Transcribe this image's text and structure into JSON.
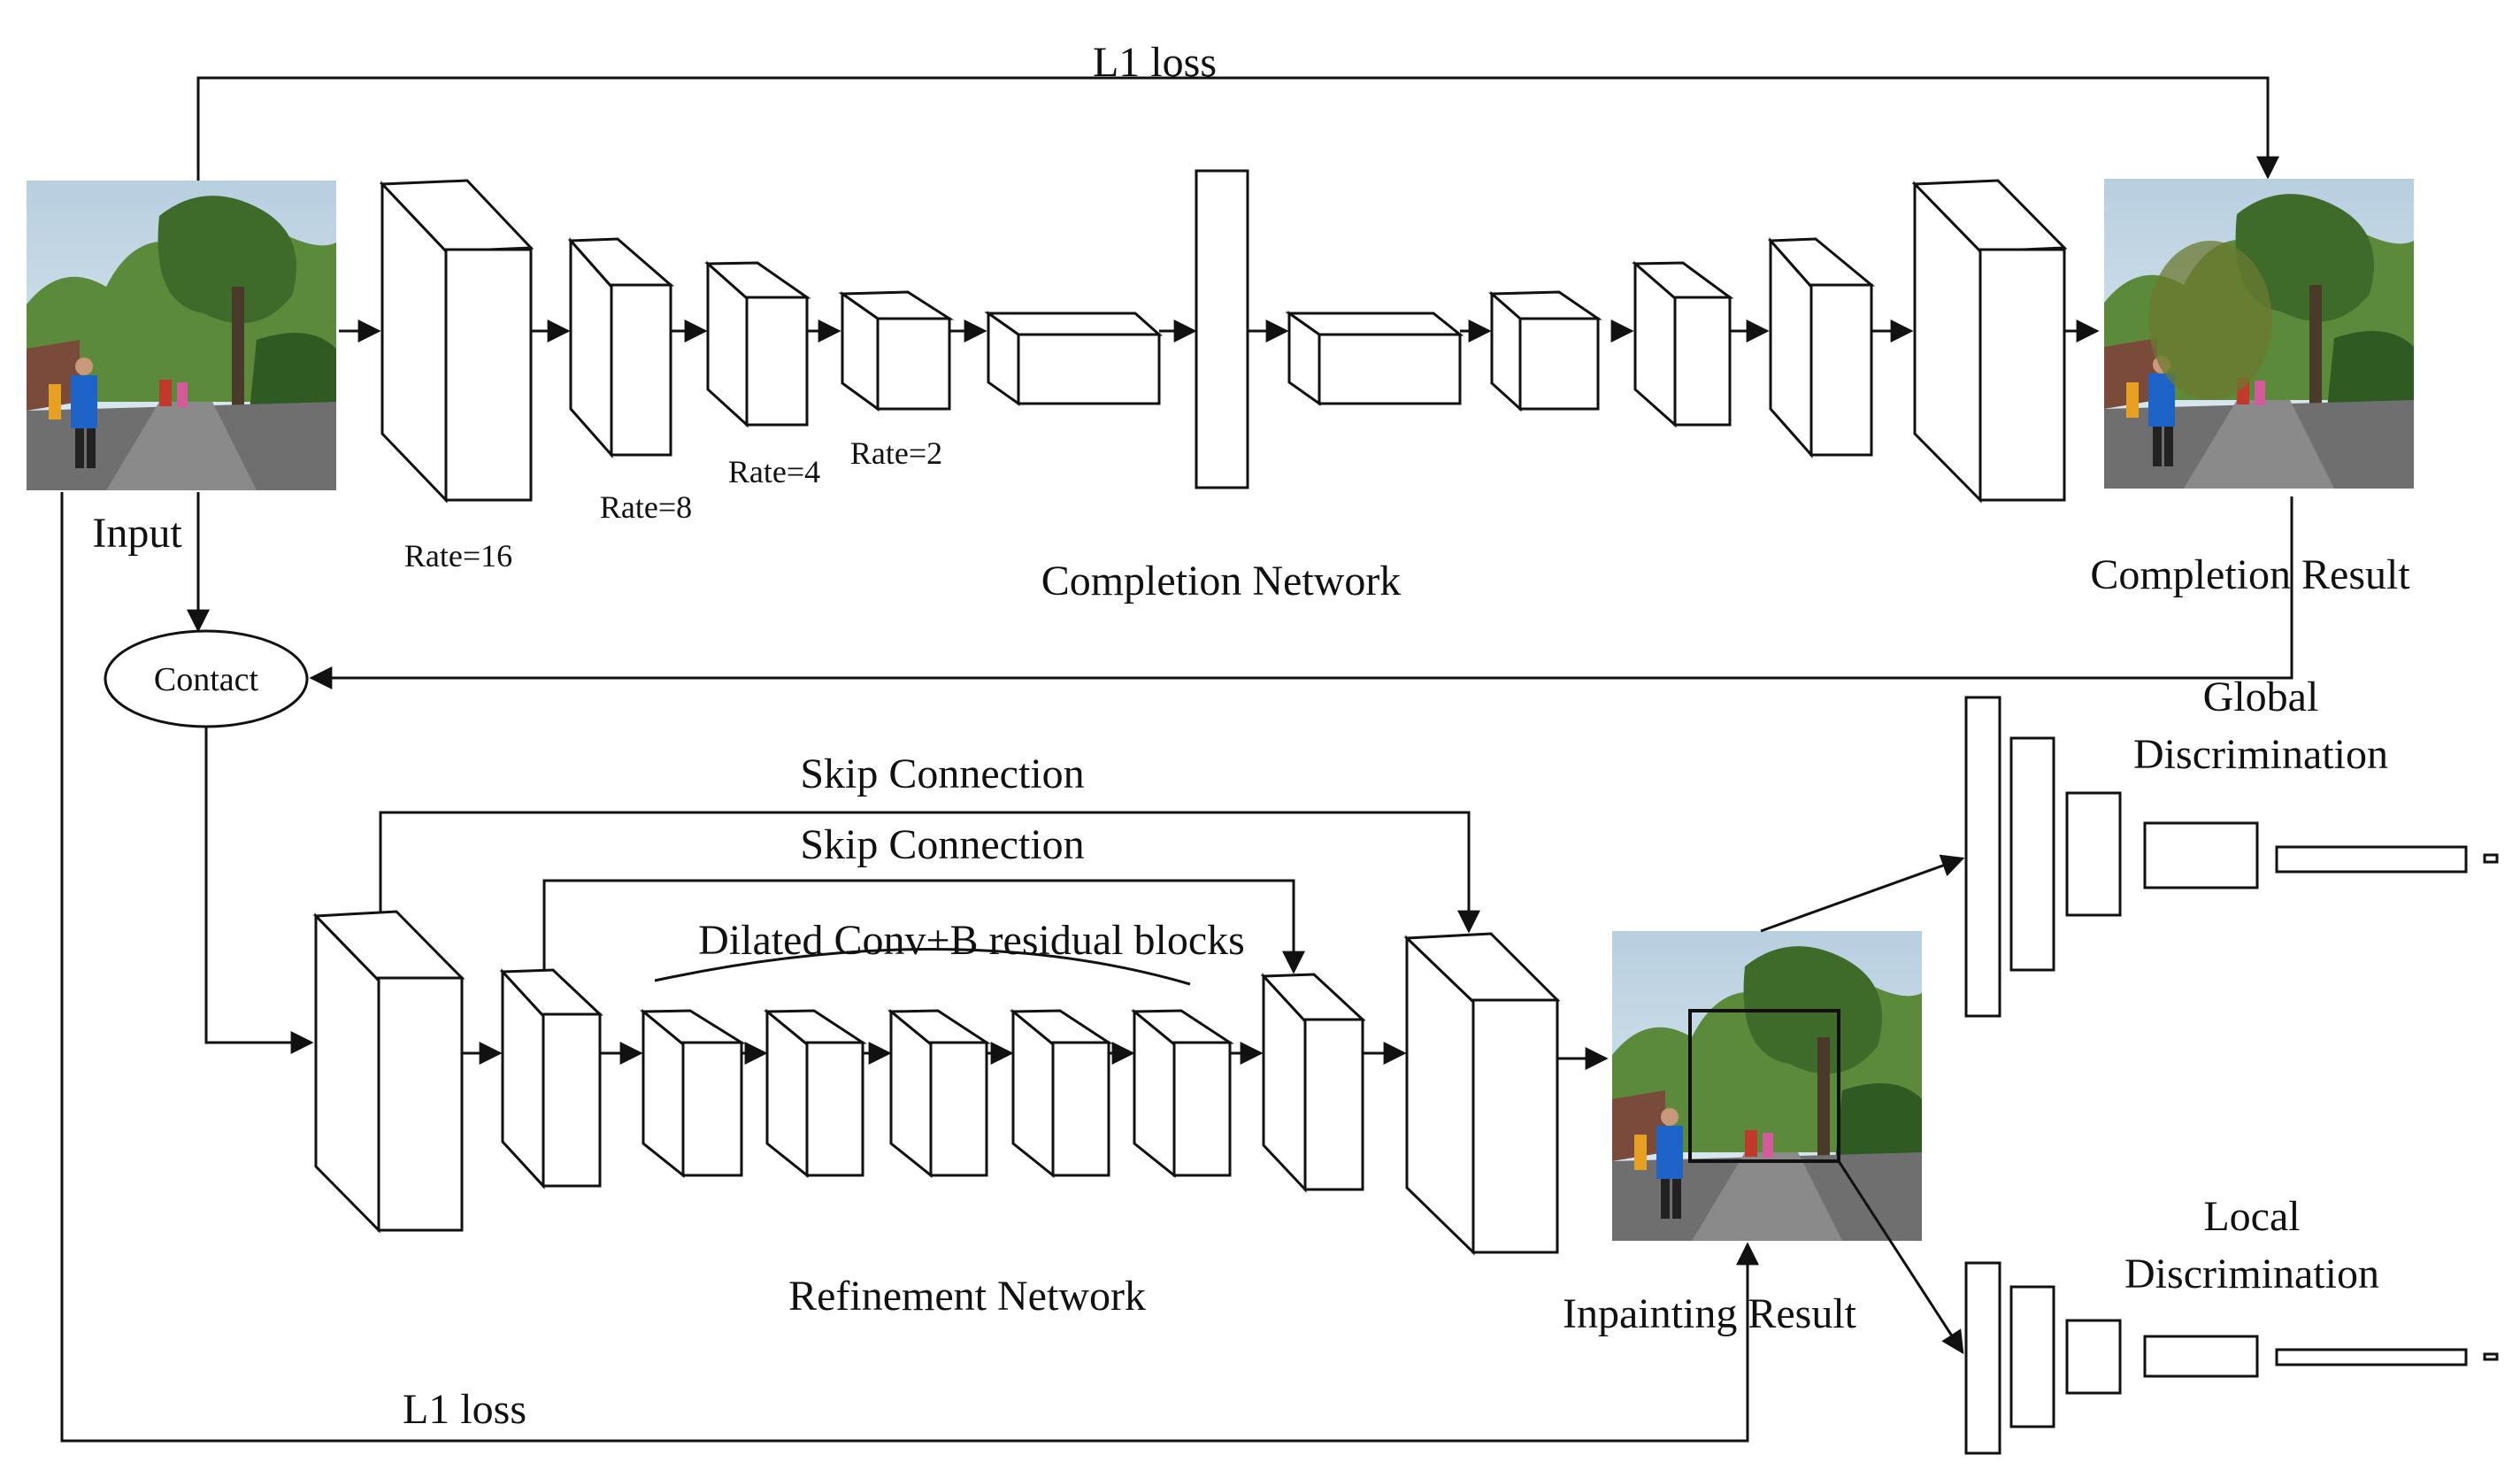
{
  "labels": {
    "l1_top": "L1 loss",
    "input": "Input",
    "rate16": "Rate=16",
    "rate8": "Rate=8",
    "rate4": "Rate=4",
    "rate2": "Rate=2",
    "completion_network": "Completion Network",
    "completion_result": "Completion Result",
    "contact": "Contact",
    "skip_connection_1": "Skip Connection",
    "skip_connection_2": "Skip Connection",
    "dilated_blocks": "Dilated Conv+B residual blocks",
    "refinement_network": "Refinement Network",
    "inpainting_result": "Inpainting Result",
    "global_disc_line1": "Global",
    "global_disc_line2": "Discrimination",
    "local_disc_line1": "Local",
    "local_disc_line2": "Discrimination",
    "l1_bottom": "L1 loss"
  },
  "images": {
    "input": "street-scene-photo",
    "completion_result": "street-scene-photo-completed",
    "inpainting_result": "street-scene-photo-inpainted"
  },
  "colors": {
    "line": "#111111",
    "box_fill": "#ffffff",
    "sky": "#c9dbe8",
    "foliage": "#4f7a34",
    "road": "#6d6d6d"
  }
}
